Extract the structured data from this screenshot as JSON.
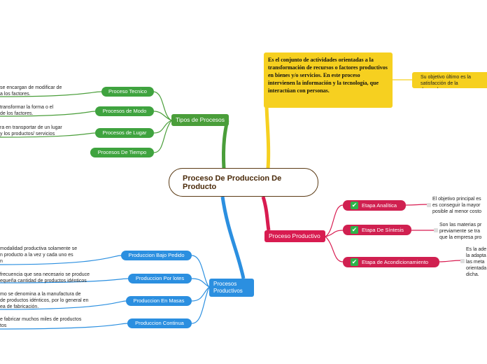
{
  "center": {
    "title": "Proceso De Produccion De Producto"
  },
  "tipos": {
    "label": "Tipos de Procesos",
    "items": [
      {
        "label": "Proceso Tecnico",
        "text": [
          "se encargan de modificar de",
          "a los factores."
        ]
      },
      {
        "label": "Procesos de Modo",
        "text": [
          "transformar la forma o el",
          "de los factores."
        ]
      },
      {
        "label": "Procesos de Lugar",
        "text": [
          "ra en transportar de un lugar",
          "y los productos/ servicios"
        ]
      },
      {
        "label": "Procesos De Tiempo",
        "text": []
      }
    ]
  },
  "productivos": {
    "label": [
      "Procesos",
      "Productivos"
    ],
    "items": [
      {
        "label": "Produccion Bajo Pedido",
        "text": [
          "modalidad productiva solamente se",
          "n producto a la vez y cada uno es",
          "n"
        ]
      },
      {
        "label": "Produccion Por lotes",
        "text": [
          "frecuencia que sea necesario se produce",
          "equeña cantidad de productos idénticos"
        ]
      },
      {
        "label": "Produccion En Masas",
        "text": [
          "mo se denomina a la manufactura de",
          "de productos idénticos, por lo general en",
          "ea de fabricación."
        ]
      },
      {
        "label": "Produccion Continua",
        "text": [
          "e fabricar muchos miles de productos",
          "tos"
        ]
      }
    ]
  },
  "definicion": {
    "text": "Es el conjunto de actividades orientadas a la transformación de recursos o factores productivos en bienes y/o servicios. En este proceso intervienen la información y la tecnología, que interactúan con personas.",
    "note": "Su objetivo último es la satisfacción de la demanda."
  },
  "productivo": {
    "label": "Proceso Productivo",
    "etapas": [
      {
        "label": "Etapa Analítica",
        "text": [
          "El objetivo principal es",
          "es conseguir la mayor",
          "posible al menor costo"
        ]
      },
      {
        "label": "Etapa De Síntesis",
        "text": [
          "Son las materias pr",
          "previamente se tra",
          "que la empresa pro"
        ]
      },
      {
        "label": "Etapa de Acondicionamiento",
        "text": [
          "Es la ade",
          "la adapta",
          "las meta",
          "orientada",
          "dicha."
        ]
      }
    ]
  },
  "colors": {
    "green": "#4a9e3a",
    "blue": "#2b8fe0",
    "yellow": "#f6d020",
    "red": "#d81b50",
    "center_border": "#5a3a14"
  }
}
